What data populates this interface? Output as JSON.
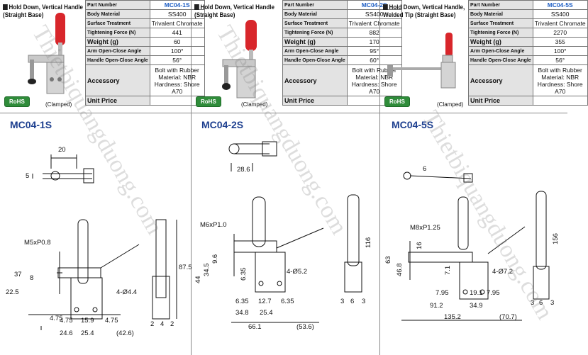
{
  "products": [
    {
      "title": "Hold Down, Vertical Handle (Straight Base)",
      "rohs": "RoHS",
      "clamped": "(Clamped)",
      "model": "MC04-1S",
      "spec": {
        "part_number_label": "Part Number",
        "part_number": "MC04-1S",
        "body_material_label": "Body Material",
        "body_material": "SS400",
        "surface_label": "Surface Treatment",
        "surface": "Trivalent Chromate",
        "force_label": "Tightening Force (N)",
        "force": "441",
        "weight_label": "Weight (g)",
        "weight": "60",
        "arm_label": "Arm Open-Close Angle",
        "arm": "100°",
        "handle_label": "Handle Open-Close Angle",
        "handle": "56°",
        "accessory_label": "Accessory",
        "accessory": "Bolt with Rubber Material: NBR Hardness: Shore A70",
        "price_label": "Unit Price",
        "price": ""
      },
      "dims": {
        "top_w": "20",
        "top_h": "5",
        "thread": "M5xP0.8",
        "d37": "37",
        "d8": "8",
        "d22_5": "22.5",
        "d4_75v": "4.75",
        "b4_75": "4.75",
        "b15_9": "15.9",
        "b4_75r": "4.75",
        "hole": "4-Ø4.4",
        "b24_6": "24.6",
        "b25_4": "25.4",
        "b42_6": "(42.6)",
        "side_h": "87.5",
        "s2": "2",
        "s4": "4",
        "s2b": "2"
      }
    },
    {
      "title": "Hold Down, Vertical Handle (Straight Base)",
      "rohs": "RoHS",
      "clamped": "(Clamped)",
      "model": "MC04-2S",
      "spec": {
        "part_number_label": "Part Number",
        "part_number": "MC04-2S",
        "body_material_label": "Body Material",
        "body_material": "SS400",
        "surface_label": "Surface Treatment",
        "surface": "Trivalent Chromate",
        "force_label": "Tightening Force (N)",
        "force": "882",
        "weight_label": "Weight (g)",
        "weight": "170",
        "arm_label": "Arm Open-Close Angle",
        "arm": "95°",
        "handle_label": "Handle Open-Close Angle",
        "handle": "60°",
        "accessory_label": "Accessory",
        "accessory": "Bolt with Rubber Material: NBR Hardness: Shore A70",
        "price_label": "Unit Price",
        "price": ""
      },
      "dims": {
        "top_w": "28.6",
        "thread": "M6xP1.0",
        "d44": "44",
        "d34_5": "34.5",
        "d9_6": "9.6",
        "d6_35v": "6.35",
        "b6_35": "6.35",
        "b12_7": "12.7",
        "b6_35r": "6.35",
        "hole": "4-Ø5.2",
        "b34_8": "34.8",
        "b25_4": "25.4",
        "b66_1": "66.1",
        "b53_6": "(53.6)",
        "side_h": "116",
        "s3": "3",
        "s6": "6",
        "s3b": "3"
      }
    },
    {
      "title": "Hold Down, Vertical Handle, Welded Tip (Straight Base)",
      "rohs": "RoHS",
      "clamped": "(Clamped)",
      "model": "MC04-5S",
      "spec": {
        "part_number_label": "Part Number",
        "part_number": "MC04-5S",
        "body_material_label": "Body Material",
        "body_material": "SS400",
        "surface_label": "Surface Treatment",
        "surface": "Trivalent Chromate",
        "force_label": "Tightening Force (N)",
        "force": "2270",
        "weight_label": "Weight (g)",
        "weight": "355",
        "arm_label": "Arm Open-Close Angle",
        "arm": "100°",
        "handle_label": "Handle Open-Close Angle",
        "handle": "56°",
        "accessory_label": "Accessory",
        "accessory": "Bolt with Rubber Material: NBR Hardness: Shore A70",
        "price_label": "Unit Price",
        "price": ""
      },
      "dims": {
        "top_w": "6",
        "thread": "M8xP1.25",
        "d63": "63",
        "d46_8": "46.8",
        "d16": "16",
        "d7_1": "7.1",
        "b7_95": "7.95",
        "b19_1": "19.1",
        "b7_95r": "7.95",
        "hole": "4-Ø7.2",
        "b91_2": "91.2",
        "b34_9": "34.9",
        "b135_2": "135.2",
        "b70_7": "(70.7)",
        "side_h": "156",
        "s3": "3",
        "s6": "6",
        "s3b": "3"
      }
    }
  ],
  "watermark": "Thietbiquangduong.com"
}
